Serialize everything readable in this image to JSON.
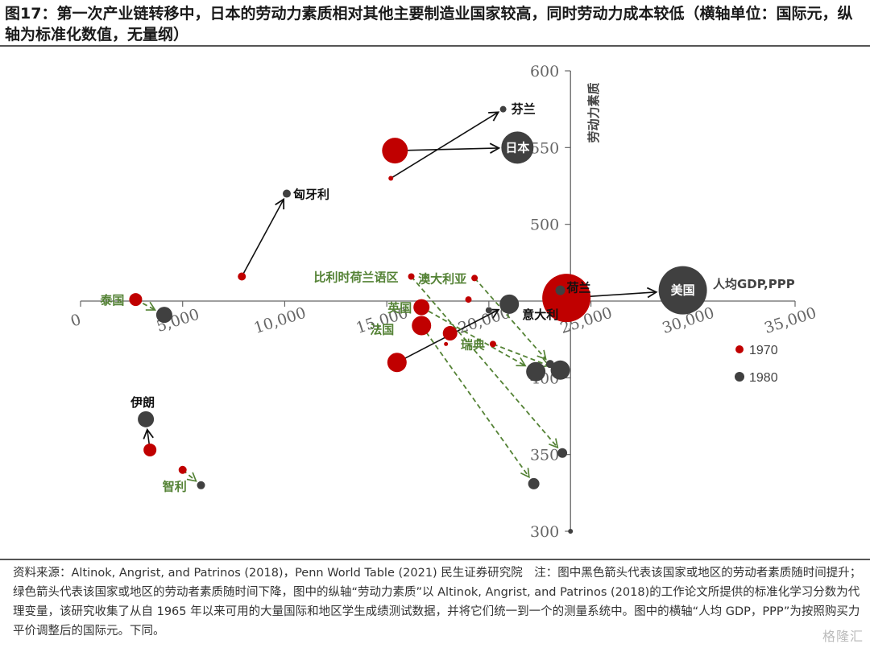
{
  "title": "图17：第一次产业链转移中，日本的劳动力素质相对其他主要制造业国家较高，同时劳动力成本较低（横轴单位：国际元，纵轴为标准化数值，无量纲）",
  "source": "资料来源：Altinok, Angrist, and Patrinos (2018)，Penn World Table (2021) 民生证券研究院　注：图中黑色箭头代表该国家或地区的劳动者素质随时间提升；绿色箭头代表该国家或地区的劳动者素质随时间下降，图中的纵轴“劳动力素质”以 Altinok, Angrist, and Patrinos (2018)的工作论文所提供的标准化学习分数为代理变量，该研究收集了从自 1965 年以来可用的大量国际和地区学生成绩测试数据，并将它们统一到一个的测量系统中。图中的横轴“人均 GDP，PPP”为按照购买力平价调整后的国际元。下同。",
  "watermark": "格隆汇",
  "colors": {
    "c1970": "#c00000",
    "c1980": "#404040",
    "up": "#111111",
    "down": "#548235",
    "axis": "#666666"
  },
  "chart_data": {
    "type": "scatter",
    "xlabel": "人均GDP,PPP",
    "ylabel": "劳动力素质",
    "xlim": [
      0,
      35000
    ],
    "ylim": [
      300,
      600
    ],
    "x_crosses_y_at": 450,
    "y_crosses_x_at": 24000,
    "xticks": [
      0,
      5000,
      10000,
      15000,
      20000,
      25000,
      30000,
      35000
    ],
    "xtick_labels": [
      "0",
      "5,000",
      "10,000",
      "15,000",
      "20,000",
      "25,000",
      "30,000",
      "35,000"
    ],
    "yticks": [
      300,
      350,
      400,
      450,
      500,
      550,
      600
    ],
    "ytick_labels": [
      "300",
      "350",
      "400",
      "",
      "500",
      "550",
      "600"
    ],
    "legend": {
      "placement": "right",
      "entries": [
        {
          "name": "1970",
          "series": "1970"
        },
        {
          "name": "1980",
          "series": "1980"
        }
      ]
    },
    "countries": [
      {
        "name": "芬兰",
        "label": "芬兰",
        "dir": "up",
        "p1970": {
          "x": 15200,
          "y": 530,
          "size": 3
        },
        "p1980": {
          "x": 20700,
          "y": 575,
          "size": 4
        }
      },
      {
        "name": "日本",
        "label": "日本",
        "dir": "up",
        "p1970": {
          "x": 15400,
          "y": 548,
          "size": 16
        },
        "p1980": {
          "x": 21400,
          "y": 550,
          "size": 20
        }
      },
      {
        "name": "匈牙利",
        "label": "匈牙利",
        "dir": "up",
        "p1970": {
          "x": 7900,
          "y": 466,
          "size": 5
        },
        "p1980": {
          "x": 10100,
          "y": 520,
          "size": 5
        }
      },
      {
        "name": "美国",
        "label": "美国",
        "dir": "up",
        "p1970": {
          "x": 23800,
          "y": 452,
          "size": 30
        },
        "p1980": {
          "x": 29500,
          "y": 457,
          "size": 30
        }
      },
      {
        "name": "荷兰",
        "label": "荷兰",
        "dir": "up",
        "p1970": {
          "x": 23600,
          "y": 450,
          "size": 4
        },
        "p1980": {
          "x": 23500,
          "y": 457,
          "size": 6
        }
      },
      {
        "name": "意大利",
        "label": "意大利",
        "dir": "up",
        "p1970": {
          "x": 15500,
          "y": 410,
          "size": 12
        },
        "p1980": {
          "x": 21000,
          "y": 448,
          "size": 12
        }
      },
      {
        "name": "泰国",
        "label": "泰国",
        "dir": "down",
        "p1970": {
          "x": 2700,
          "y": 451,
          "size": 8
        },
        "p1980": {
          "x": 4100,
          "y": 441,
          "size": 10
        }
      },
      {
        "name": "比利时荷兰语区",
        "label": "比利时荷兰语区",
        "dir": "down",
        "p1970": {
          "x": 16200,
          "y": 466,
          "size": 4
        },
        "p1980": {
          "x": 23600,
          "y": 351,
          "size": 6
        }
      },
      {
        "name": "澳大利亚",
        "label": "澳大利亚",
        "dir": "down",
        "p1970": {
          "x": 19300,
          "y": 465,
          "size": 4
        },
        "p1980": {
          "x": 23000,
          "y": 409,
          "size": 5
        }
      },
      {
        "name": "英国",
        "label": "英国",
        "dir": "down",
        "p1970": {
          "x": 16700,
          "y": 446,
          "size": 10
        },
        "p1980": {
          "x": 22300,
          "y": 404,
          "size": 12
        }
      },
      {
        "name": "法国",
        "label": "法国",
        "dir": "down",
        "p1970": {
          "x": 16700,
          "y": 434,
          "size": 12
        },
        "p1980": {
          "x": 22200,
          "y": 331,
          "size": 7
        }
      },
      {
        "name": "瑞典",
        "label": "瑞典",
        "dir": "down",
        "p1970": {
          "x": 20200,
          "y": 422,
          "size": 4
        },
        "p1980": {
          "x": 23500,
          "y": 405,
          "size": 12
        }
      },
      {
        "name": "伊朗",
        "label": "伊朗",
        "dir": "up",
        "p1970": {
          "x": 3400,
          "y": 353,
          "size": 8
        },
        "p1980": {
          "x": 3200,
          "y": 373,
          "size": 10
        }
      },
      {
        "name": "智利",
        "label": "智利",
        "dir": "down",
        "p1970": {
          "x": 5000,
          "y": 340,
          "size": 5
        },
        "p1980": {
          "x": 5900,
          "y": 330,
          "size": 5
        }
      }
    ],
    "extra_points": [
      {
        "x": 19000,
        "y": 451,
        "series": "1970",
        "size": 4
      },
      {
        "x": 17900,
        "y": 422,
        "series": "1970",
        "size": 2.5
      },
      {
        "x": 18100,
        "y": 429,
        "series": "1970",
        "size": 9
      },
      {
        "x": 20000,
        "y": 444,
        "series": "1980",
        "size": 4
      },
      {
        "x": 24000,
        "y": 300,
        "series": "1980",
        "size": 3
      }
    ]
  }
}
